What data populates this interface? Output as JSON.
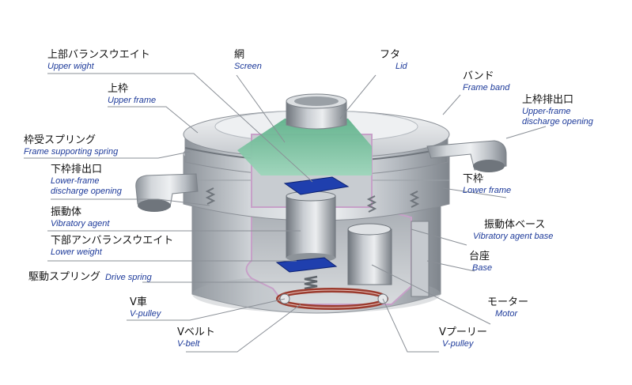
{
  "labels": {
    "upper_weight": {
      "jp": "上部バランスウエイト",
      "en": "Upper wight"
    },
    "upper_frame": {
      "jp": "上枠",
      "en": "Upper frame"
    },
    "frame_spring": {
      "jp": "枠受スプリング",
      "en": "Frame supporting spring"
    },
    "lower_discharge": {
      "jp": "下枠排出口",
      "en1": "Lower-frame",
      "en2": "discharge opening"
    },
    "vibratory_agent": {
      "jp": "振動体",
      "en": "Vibratory agent"
    },
    "lower_weight": {
      "jp": "下部アンバランスウエイト",
      "en": "Lower weight"
    },
    "drive_spring": {
      "jp": "駆動スプリング",
      "en": "Drive spring"
    },
    "v_pulley_left": {
      "jp": "V車",
      "en": "V-pulley"
    },
    "v_belt": {
      "jp": "Vベルト",
      "en": "V-belt"
    },
    "screen": {
      "jp": "網",
      "en": "Screen"
    },
    "lid": {
      "jp": "フタ",
      "en": "Lid"
    },
    "band": {
      "jp": "バンド",
      "en": "Frame band"
    },
    "upper_discharge": {
      "jp": "上枠排出口",
      "en1": "Upper-frame",
      "en2": "discharge opening"
    },
    "lower_frame": {
      "jp": "下枠",
      "en": "Lower frame"
    },
    "vib_base": {
      "jp": "振動体ベース",
      "en": "Vibratory agent base"
    },
    "base": {
      "jp": "台座",
      "en": "Base"
    },
    "motor": {
      "jp": "モーター",
      "en": "Motor"
    },
    "v_pulley_right": {
      "jp": "Vプーリー",
      "en": "V-pulley"
    }
  },
  "colors": {
    "leader": "#8a8f96",
    "cutaway_edge": "#c7a0c8",
    "screen_green": "#7fc7a4",
    "weight_blue": "#1f3fae",
    "belt": "#9b3b2e",
    "metal_light": "#e4e7ea",
    "metal_mid": "#b9bec4",
    "metal_dark": "#7d838a"
  }
}
